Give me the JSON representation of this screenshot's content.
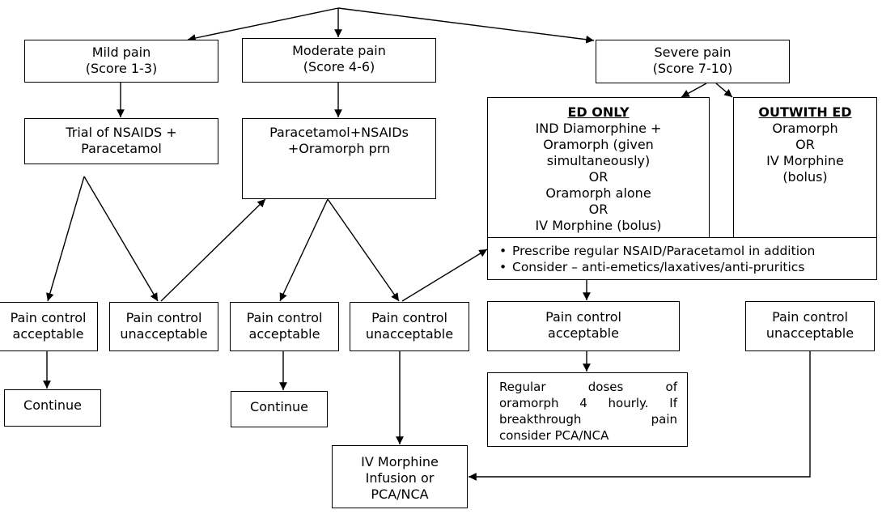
{
  "flowchart": {
    "mild": {
      "line1": "Mild pain",
      "line2": "(Score 1-3)"
    },
    "moderate": {
      "line1": "Moderate pain",
      "line2": "(Score 4-6)"
    },
    "severe": {
      "line1": "Severe pain",
      "line2": "(Score 7-10)"
    },
    "mild_treatment": {
      "line1": "Trial of NSAIDS +",
      "line2": "Paracetamol"
    },
    "moderate_treatment": {
      "line1": "Paracetamol+NSAIDs",
      "line2": "+Oramorph prn"
    },
    "ed_only": {
      "title": "ED ONLY",
      "lines": [
        "IND Diamorphine +",
        "Oramorph (given",
        "simultaneously)",
        "OR",
        "Oramorph alone",
        "OR",
        "IV Morphine (bolus)"
      ]
    },
    "outwith_ed": {
      "title": "OUTWITH ED",
      "lines": [
        "Oramorph",
        "OR",
        "IV Morphine",
        "(bolus)"
      ]
    },
    "additional": {
      "items": [
        "Prescribe regular NSAID/Paracetamol in addition",
        "Consider – anti-emetics/laxatives/anti-pruritics"
      ]
    },
    "outcomes": {
      "mild_acceptable": {
        "line1": "Pain control",
        "line2": "acceptable"
      },
      "mild_unacceptable": {
        "line1": "Pain control",
        "line2": "unacceptable"
      },
      "moderate_acceptable": {
        "line1": "Pain control",
        "line2": "acceptable"
      },
      "moderate_unacceptable": {
        "line1": "Pain control",
        "line2": "unacceptable"
      },
      "severe_acceptable": {
        "line1": "Pain control",
        "line2": "acceptable"
      },
      "severe_unacceptable": {
        "line1": "Pain control",
        "line2": "unacceptable"
      }
    },
    "continue_mild": "Continue",
    "continue_moderate": "Continue",
    "regular_doses": {
      "lines": [
        "Regular doses of",
        "oramorph 4 hourly. If",
        "breakthrough pain",
        "consider PCA/NCA"
      ]
    },
    "iv_infusion": {
      "line1": "IV Morphine",
      "line2": "Infusion or",
      "line3": "PCA/NCA"
    }
  }
}
